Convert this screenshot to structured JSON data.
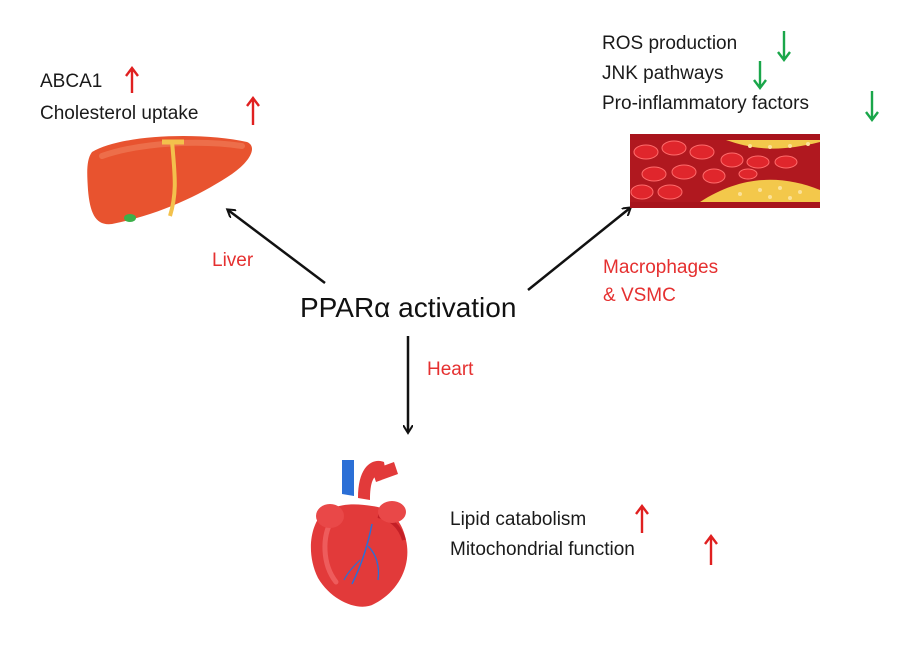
{
  "center": {
    "label": "PPARα activation"
  },
  "liver": {
    "tissue_label": "Liver",
    "effects": [
      {
        "text": "ABCA1",
        "direction": "up"
      },
      {
        "text": "Cholesterol uptake",
        "direction": "up"
      }
    ]
  },
  "vessel": {
    "tissue_label_line1": "Macrophages",
    "tissue_label_line2": "& VSMC",
    "effects": [
      {
        "text": "ROS production",
        "direction": "down"
      },
      {
        "text": "JNK pathways",
        "direction": "down"
      },
      {
        "text": "Pro-inflammatory factors",
        "direction": "down"
      }
    ]
  },
  "heart": {
    "tissue_label": "Heart",
    "effects": [
      {
        "text": "Lipid catabolism",
        "direction": "up"
      },
      {
        "text": "Mitochondrial function",
        "direction": "up"
      }
    ]
  },
  "colors": {
    "up_arrow": "#e02020",
    "down_arrow": "#1aa64a",
    "tissue_label": "#e53030",
    "connector": "#111111",
    "liver": "#e8532f",
    "vessel_wall": "#a8141c",
    "blood_cell": "#e0262c",
    "plaque": "#f3c84b",
    "heart": "#e23a3a",
    "aorta_blue": "#2b6fd6"
  }
}
